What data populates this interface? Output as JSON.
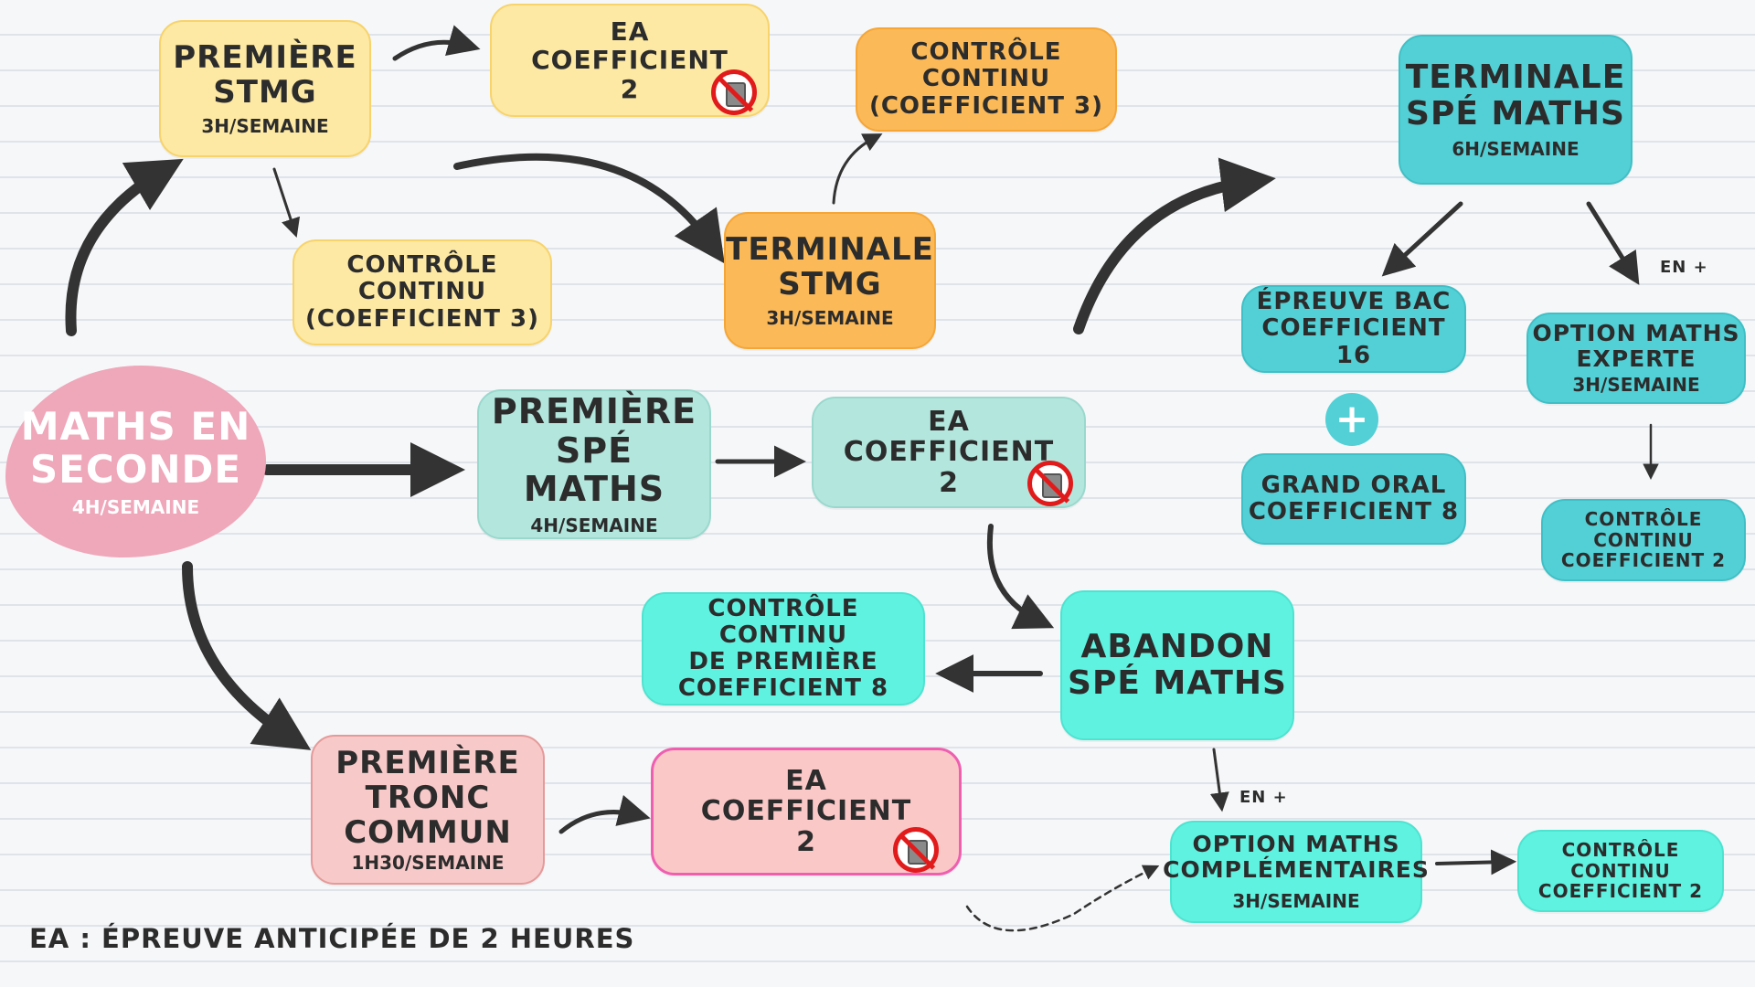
{
  "nodes": {
    "maths_seconde": {
      "title": "MATHS EN\nSECONDE",
      "sub": "4H/SEMAINE"
    },
    "premiere_stmg": {
      "title": "PREMIÈRE\nSTMG",
      "sub": "3H/SEMAINE"
    },
    "ea_stmg": {
      "title": "EA\nCOEFFICIENT\n2"
    },
    "cc_stmg": {
      "title": "CONTRÔLE\nCONTINU\n(COEFFICIENT 3)"
    },
    "cc_terminale_stmg": {
      "title": "CONTRÔLE\nCONTINU\n(COEFFICIENT 3)"
    },
    "terminale_stmg": {
      "title": "TERMINALE\nSTMG",
      "sub": "3H/SEMAINE"
    },
    "premiere_spe": {
      "title": "PREMIÈRE\nSPÉ MATHS",
      "sub": "4H/SEMAINE"
    },
    "ea_spe": {
      "title": "EA\nCOEFFICIENT\n2"
    },
    "terminale_spe": {
      "title": "TERMINALE\nSPÉ MATHS",
      "sub": "6H/SEMAINE"
    },
    "epreuve_bac": {
      "title": "ÉPREUVE BAC\nCOEFFICIENT 16"
    },
    "grand_oral": {
      "title": "GRAND ORAL\nCOEFFICIENT 8"
    },
    "option_experte": {
      "title": "OPTION MATHS\nEXPERTE",
      "sub": "3H/SEMAINE"
    },
    "cc_experte": {
      "title": "CONTRÔLE CONTINU\nCOEFFICIENT 2"
    },
    "abandon": {
      "title": "ABANDON\nSPÉ MATHS"
    },
    "cc_premiere": {
      "title": "CONTRÔLE CONTINU\nDE PREMIÈRE\nCOEFFICIENT 8"
    },
    "premiere_tronc": {
      "title": "PREMIÈRE\nTRONC\nCOMMUN",
      "sub": "1H30/SEMAINE"
    },
    "ea_tronc": {
      "title": "EA\nCOEFFICIENT\n2"
    },
    "option_comp": {
      "title": "OPTION MATHS\nCOMPLÉMENTAIRES",
      "sub": "3H/SEMAINE"
    },
    "cc_comp": {
      "title": "CONTRÔLE CONTINU\nCOEFFICIENT 2"
    }
  },
  "labels": {
    "en_plus_1": "EN +",
    "en_plus_2": "EN +",
    "plus_sign": "+",
    "legend": "EA : ÉPREUVE ANTICIPÉE DE 2 HEURES"
  },
  "icons": [
    "no-calculator-icon",
    "no-calculator-icon",
    "no-calculator-icon"
  ],
  "colors": {
    "yellow": "#fde9a3",
    "orange": "#fbb957",
    "mint": "#b3e7de",
    "pink": "#f8c9c9",
    "pink_blob": "#efa7ba",
    "teal": "#52d0d6",
    "cyan": "#5ff2e0",
    "forbidden_red": "#e11b1b",
    "arrow": "#333333"
  }
}
